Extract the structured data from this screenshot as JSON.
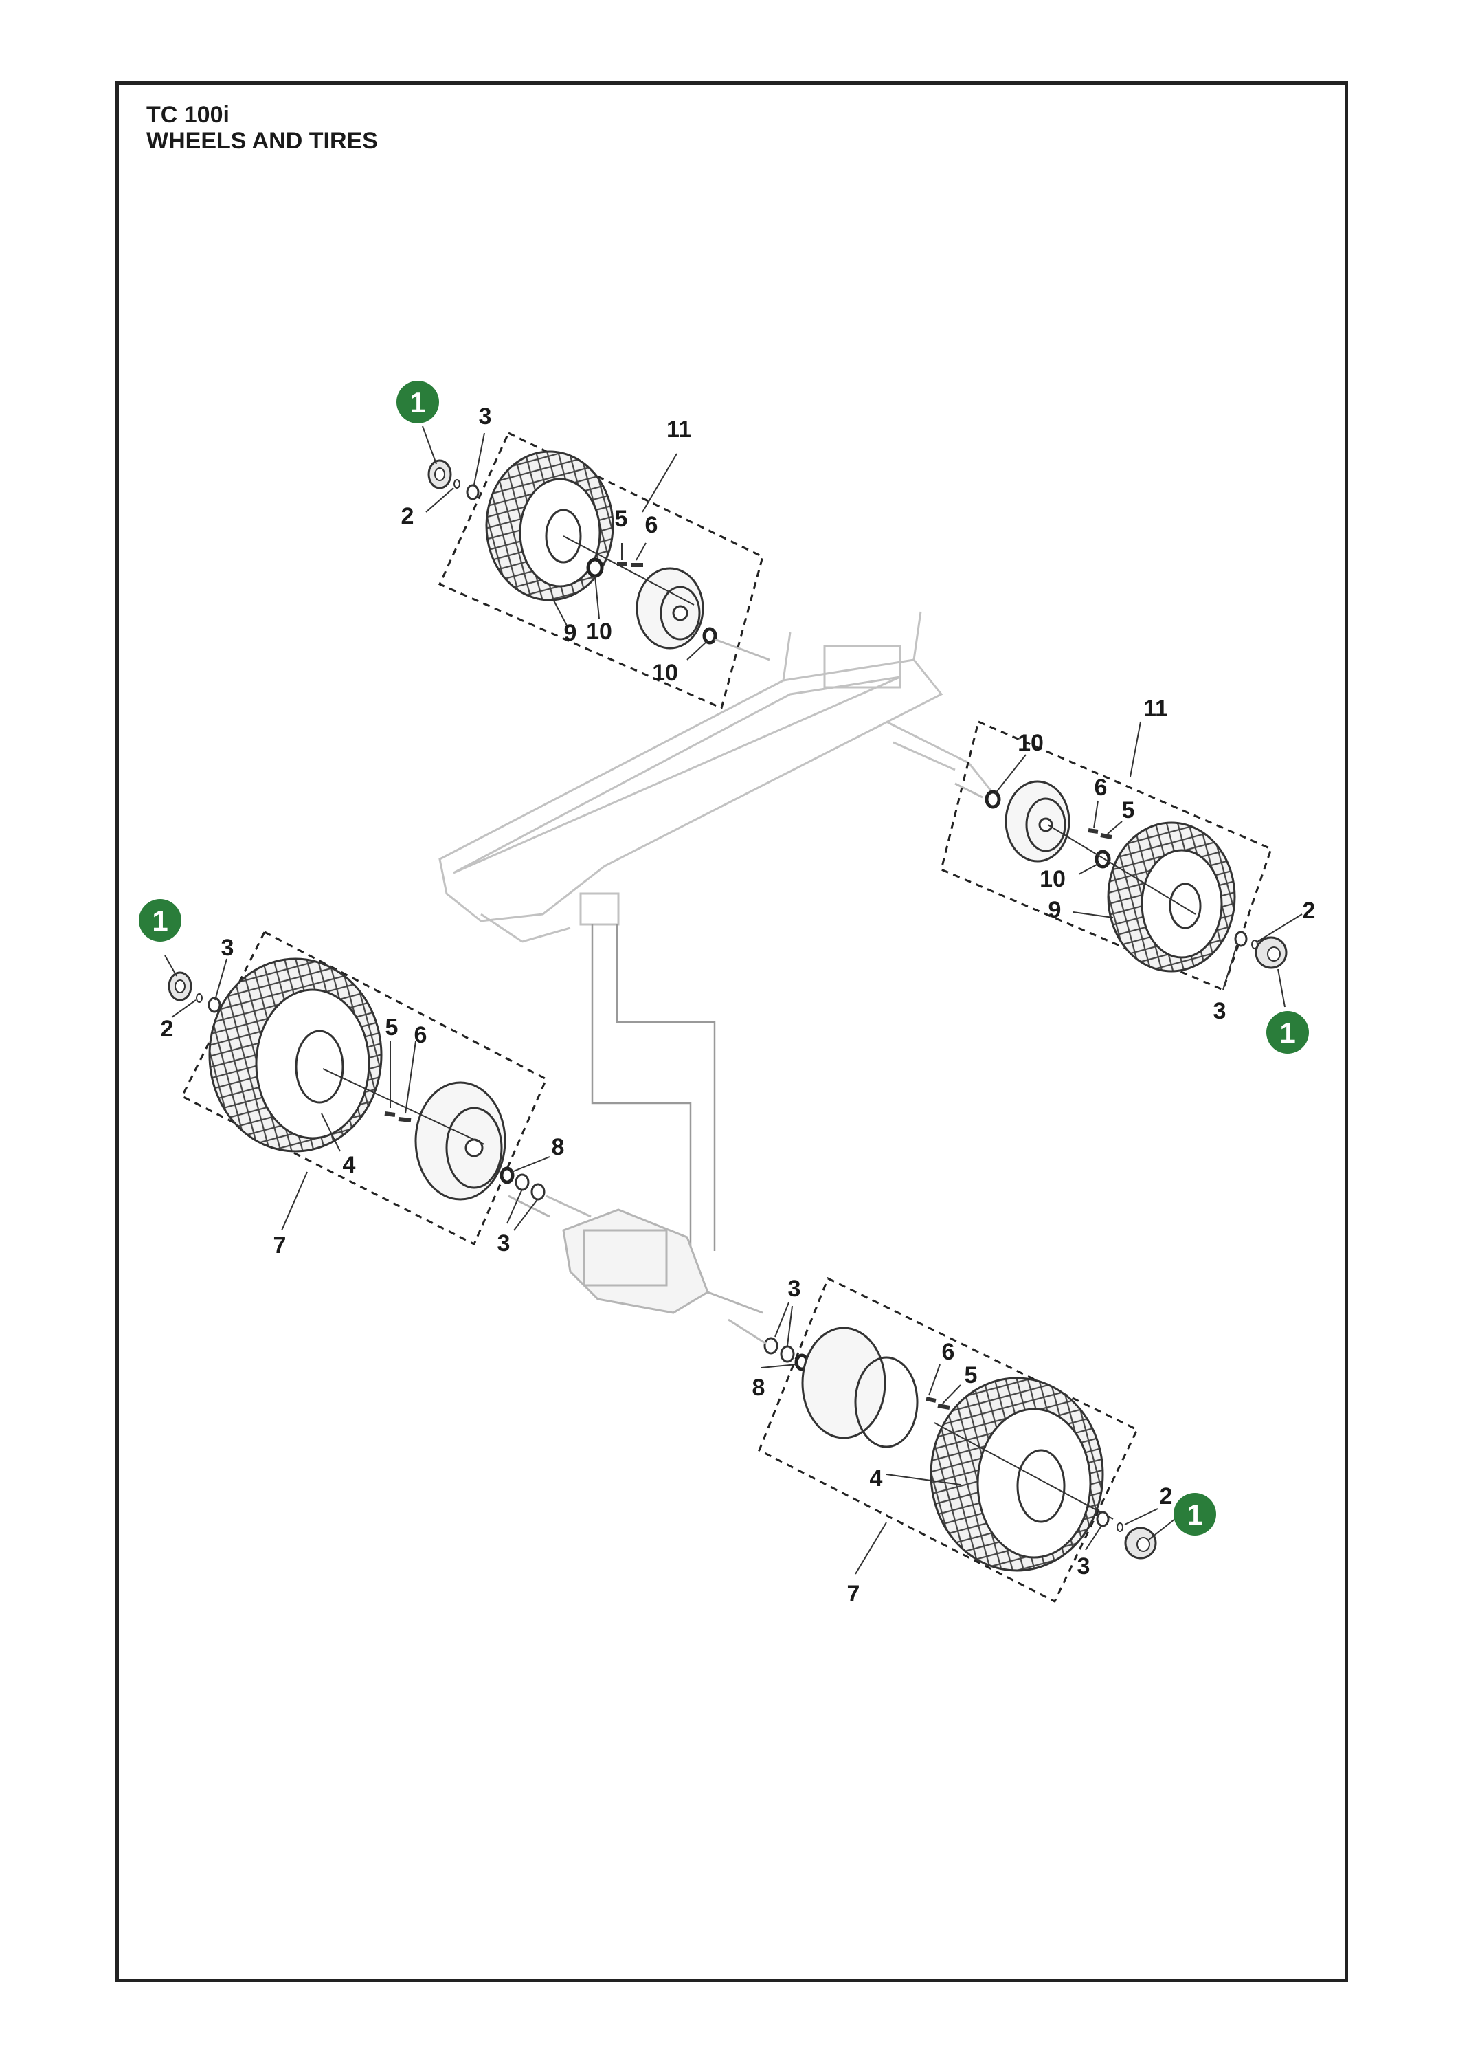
{
  "document": {
    "model": "TC 100i",
    "title": "WHEELS AND TIRES"
  },
  "colors": {
    "frame": "#222222",
    "badge": "#2a7d3a",
    "linework": "#333333",
    "chassis": "#c8c8c8",
    "tire_fill": "#e8e8e8"
  },
  "badges": [
    {
      "label": "1",
      "name": "badge-front-left-hub-cap"
    },
    {
      "label": "1",
      "name": "badge-front-right-hub-cap"
    },
    {
      "label": "1",
      "name": "badge-rear-left-hub-cap"
    },
    {
      "label": "1",
      "name": "badge-rear-right-hub-cap"
    }
  ],
  "callouts": {
    "front_left": [
      {
        "label": "3"
      },
      {
        "label": "2"
      },
      {
        "label": "11"
      },
      {
        "label": "5"
      },
      {
        "label": "6"
      },
      {
        "label": "9"
      },
      {
        "label": "10"
      },
      {
        "label": "10"
      }
    ],
    "front_right": [
      {
        "label": "11"
      },
      {
        "label": "10"
      },
      {
        "label": "6"
      },
      {
        "label": "5"
      },
      {
        "label": "10"
      },
      {
        "label": "9"
      },
      {
        "label": "2"
      },
      {
        "label": "3"
      }
    ],
    "rear_left": [
      {
        "label": "3"
      },
      {
        "label": "2"
      },
      {
        "label": "5"
      },
      {
        "label": "6"
      },
      {
        "label": "4"
      },
      {
        "label": "8"
      },
      {
        "label": "7"
      },
      {
        "label": "3"
      }
    ],
    "rear_right": [
      {
        "label": "3"
      },
      {
        "label": "8"
      },
      {
        "label": "6"
      },
      {
        "label": "5"
      },
      {
        "label": "4"
      },
      {
        "label": "2"
      },
      {
        "label": "3"
      },
      {
        "label": "7"
      }
    ]
  }
}
